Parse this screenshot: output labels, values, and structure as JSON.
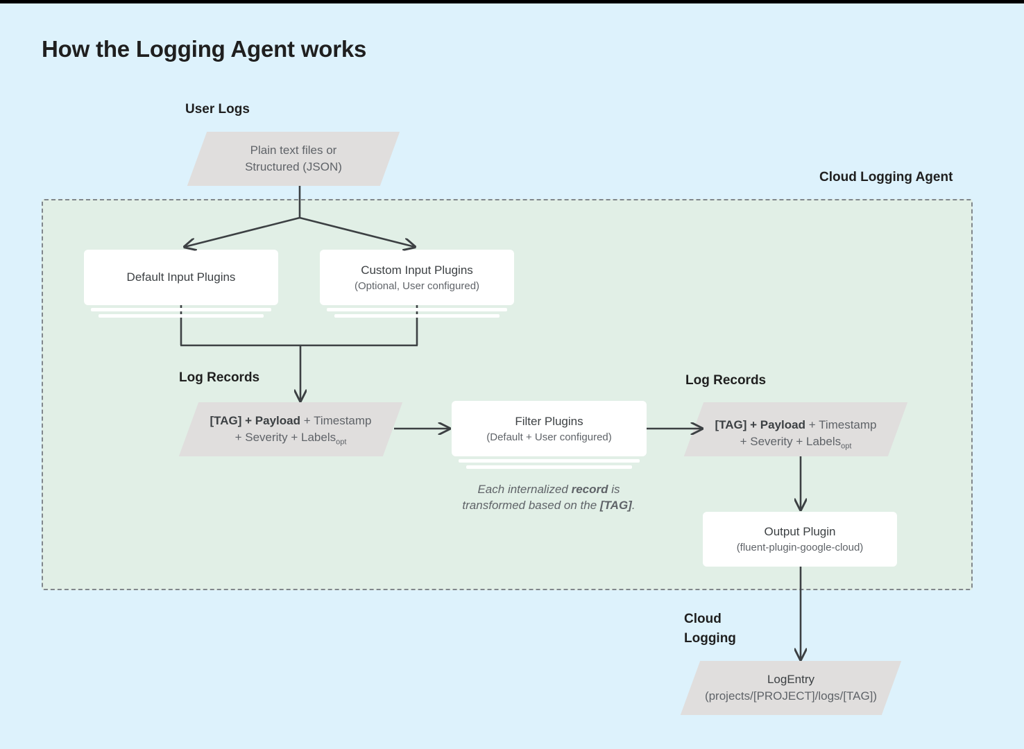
{
  "page": {
    "title": "How the Logging Agent works",
    "background_color": "#ddf2fc",
    "panel_color": "#e1efe6",
    "shape_color": "#e0dedd",
    "card_color": "#ffffff",
    "line_color": "#3c4043"
  },
  "zones": {
    "user_logs": "User Logs",
    "agent": "Cloud Logging Agent",
    "log_records_left": "Log Records",
    "log_records_right": "Log Records",
    "cloud_logging_line1": "Cloud",
    "cloud_logging_line2": "Logging"
  },
  "nodes": {
    "user_logs_source": {
      "line1": "Plain text files or",
      "line2": "Structured (JSON)"
    },
    "default_input": {
      "title": "Default Input Plugins",
      "subtitle": ""
    },
    "custom_input": {
      "title": "Custom Input Plugins",
      "subtitle": "(Optional, User configured)"
    },
    "log_record_left": {
      "tag": "[TAG]",
      "plus1": " + ",
      "payload": "Payload",
      "rest1": " + Timestamp",
      "rest2": "+ Severity + Labels",
      "sub": "opt"
    },
    "filter_plugins": {
      "title": "Filter Plugins",
      "subtitle": "(Default + User configured)"
    },
    "log_record_right": {
      "tag": "[TAG]",
      "plus1": " + ",
      "payload": "Payload",
      "rest1": " + Timestamp",
      "rest2": "+ Severity + Labels",
      "sub": "opt"
    },
    "output_plugin": {
      "title": "Output Plugin",
      "subtitle": "(fluent-plugin-google-cloud)"
    },
    "log_entry": {
      "title": "LogEntry",
      "subtitle": "(projects/[PROJECT]/logs/[TAG])"
    }
  },
  "annotations": {
    "filter_caption_l1_a": "Each internalized ",
    "filter_caption_l1_b": "record",
    "filter_caption_l1_c": " is",
    "filter_caption_l2_a": "transformed based on the ",
    "filter_caption_l2_b": "[TAG]",
    "filter_caption_l2_c": "."
  }
}
